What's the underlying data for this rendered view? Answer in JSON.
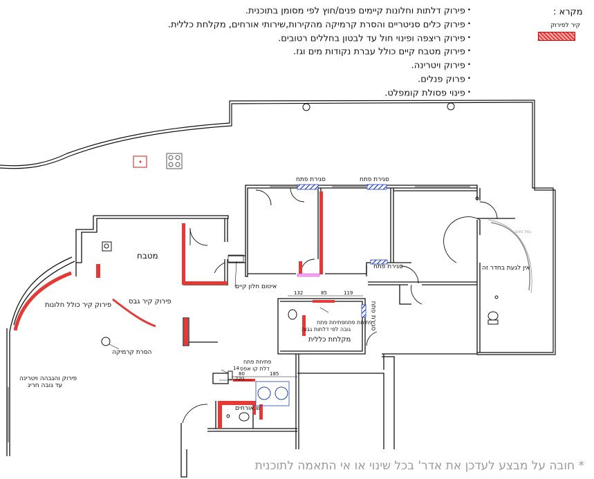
{
  "notes": [
    "פירוק דלתות וחלונות  קיימים פנים/חוץ לפי מסומן בתוכנית.",
    "פירוק כלים סניטריים והסרת קרמיקה מהקירות,שירותי אורחים, מקלחת כללית.",
    "פירוק ריצפה ופינוי חול עד לבטון בחללים רטובים.",
    "פירוק מטבח קיים כולל עברת נקודות מים וגז.",
    "פירוק ויטרינה.",
    "פרוק פנלים.",
    "פינוי פסולת קומפלט."
  ],
  "legend": {
    "title": "מקרא :",
    "item_label": "קיר לפירוק",
    "item_color": "#e53935"
  },
  "labels": {
    "kitchen": "מטבח",
    "door_close_1": "סגירת פתח",
    "door_close_2": "סגירת פתח",
    "door_close_3": "סגירת פתח",
    "door_close_4": "סגירת פתח",
    "window_existing": "איטום חלון קיים",
    "wall_window_demo": "פירוק קיר כולל חלונות",
    "gypsum_demo": "פירוק קיר גבס",
    "ceramic_column": "הסרת קרמיקה",
    "dim_132": "132",
    "dim_85": "85",
    "dim_119": "119",
    "opening_1": "פתיחת פתח",
    "opening_height_1": "גובה לפי דלתות גבוה",
    "opening_2": "פתיחת פתח",
    "bathroom_general": "מקלחת כללית",
    "opening_3": "פתיחת פתח",
    "door_to_ceiling": "דלת קו אפס",
    "dim_14": "14",
    "dim_80": "80",
    "dim_220": "220",
    "dim_185": "185",
    "guest_wc": "ש.אורחים",
    "demolish_vitrine": "פירוק והגבהה ויטרינה",
    "to_height": "עד גובה חריג",
    "no_touch_room": "אין לגעת בחדר זה",
    "small_note": "גמל וחום"
  },
  "footer": "* חובה על מבצע לעדכן את אדר' בכל שינוי או אי התאמה לתוכנית",
  "colors": {
    "demolish": "#e53935",
    "close": "#1e3fbf",
    "wall": "#111111",
    "opening_mark": "#d64bd6"
  }
}
